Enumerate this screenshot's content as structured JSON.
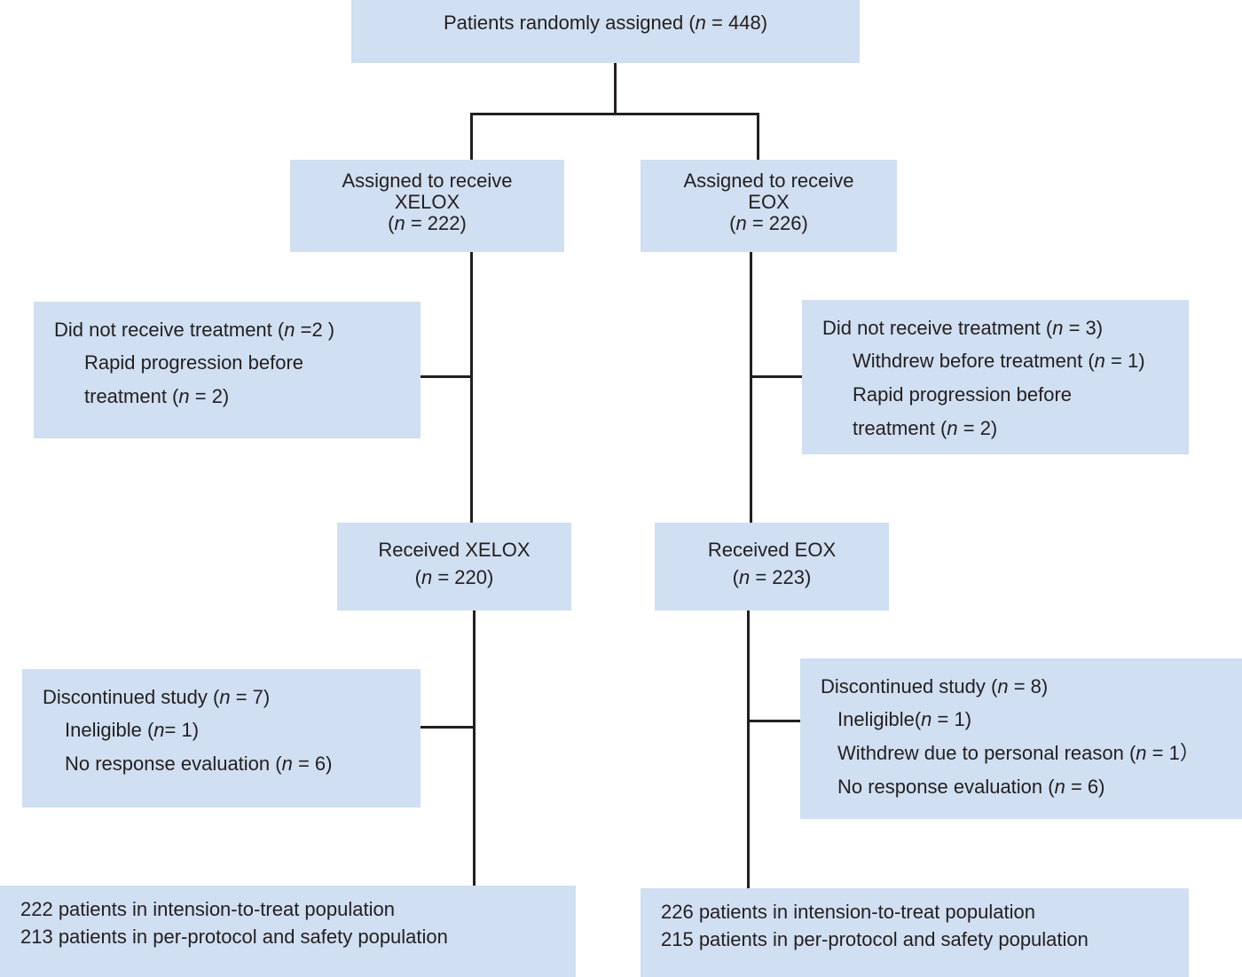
{
  "top": {
    "pre": "Patients randomly assigned (",
    "n": "n",
    "post": " = 448)"
  },
  "left": {
    "assigned": {
      "line1": "Assigned to receive",
      "line2": "XELOX",
      "pre": "(",
      "n": "n",
      "post": " = 222)"
    },
    "no_treatment": {
      "head_pre": "Did not receive treatment (",
      "head_n": "n",
      "head_post": " =2 )",
      "r1": "Rapid progression before",
      "r2_pre": "treatment (",
      "r2_n": "n",
      "r2_post": " = 2)"
    },
    "received": {
      "line1": "Received XELOX",
      "pre": "(",
      "n": "n",
      "post": " = 220)"
    },
    "discontinued": {
      "head_pre": "Discontinued  study (",
      "head_n": "n",
      "head_post": " = 7)",
      "r1_pre": "Ineligible (",
      "r1_n": "n",
      "r1_post": "=  1)",
      "r2_pre": "No response evaluation (",
      "r2_n": "n",
      "r2_post": " = 6)"
    },
    "final": {
      "line1": "222 patients in intension-to-treat population",
      "line2": "213 patients in per-protocol and safety population"
    }
  },
  "right": {
    "assigned": {
      "line1": "Assigned to receive",
      "line2": "EOX",
      "pre": "(",
      "n": "n",
      "post": " = 226)"
    },
    "no_treatment": {
      "head_pre": "Did not receive treatment (",
      "head_n": "n",
      "head_post": " = 3)",
      "r1_pre": "Withdrew before treatment (",
      "r1_n": "n",
      "r1_post": " = 1)",
      "r2": "Rapid progression before",
      "r3_pre": "treatment (",
      "r3_n": "n",
      "r3_post": " = 2)"
    },
    "received": {
      "line1": "Received EOX",
      "pre": "(",
      "n": "n",
      "post": " = 223)"
    },
    "discontinued": {
      "head_pre": "Discontinued  study (",
      "head_n": "n",
      "head_post": " = 8)",
      "r1_pre": "Ineligible(",
      "r1_n": "n",
      "r1_post": " = 1)",
      "r2_pre": "Withdrew due to personal reason (",
      "r2_n": "n",
      "r2_post": " = 1）",
      "r3_pre": "No response evaluation (",
      "r3_n": "n",
      "r3_post": " = 6)"
    },
    "final": {
      "line1": "226 patients in intension-to-treat population",
      "line2": "215 patients in per-protocol and safety population"
    }
  },
  "colors": {
    "box_fill": "#d0dff1",
    "line": "#231f20",
    "text": "#231f20"
  }
}
